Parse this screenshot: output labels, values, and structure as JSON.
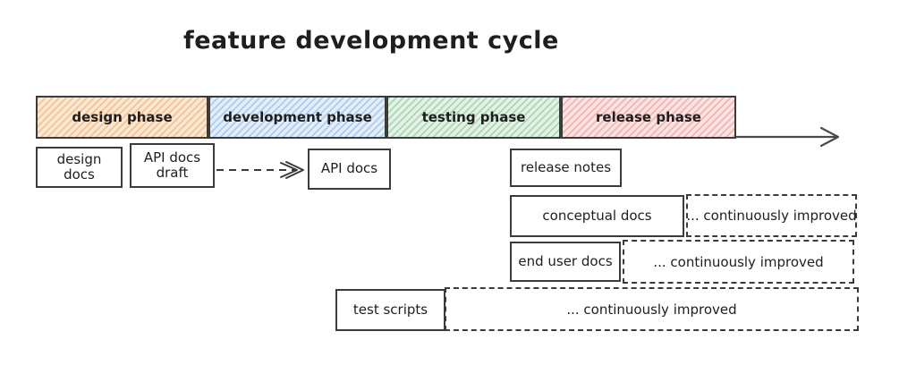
{
  "title": "feature development cycle",
  "timeline": {
    "phases": [
      {
        "label": "design phase",
        "fill": "#fbe7d2",
        "stripe": "#eb9a4b"
      },
      {
        "label": "development phase",
        "fill": "#e4eefb",
        "stripe": "#76a9e0"
      },
      {
        "label": "testing phase",
        "fill": "#e3f2e5",
        "stripe": "#74bb84"
      },
      {
        "label": "release phase",
        "fill": "#fbe3e2",
        "stripe": "#ea827e"
      }
    ]
  },
  "boxes": {
    "design_docs": "design docs",
    "api_docs_draft": "API docs draft",
    "api_docs": "API docs",
    "release_notes": "release notes",
    "conceptual_docs": "conceptual docs",
    "end_user_docs": "end user docs",
    "test_scripts": "test scripts",
    "continuously_improved": "... continuously improved"
  },
  "colors": {
    "stroke": "#3b3b3b",
    "background": "#ffffff",
    "text": "#1e1e1e"
  }
}
